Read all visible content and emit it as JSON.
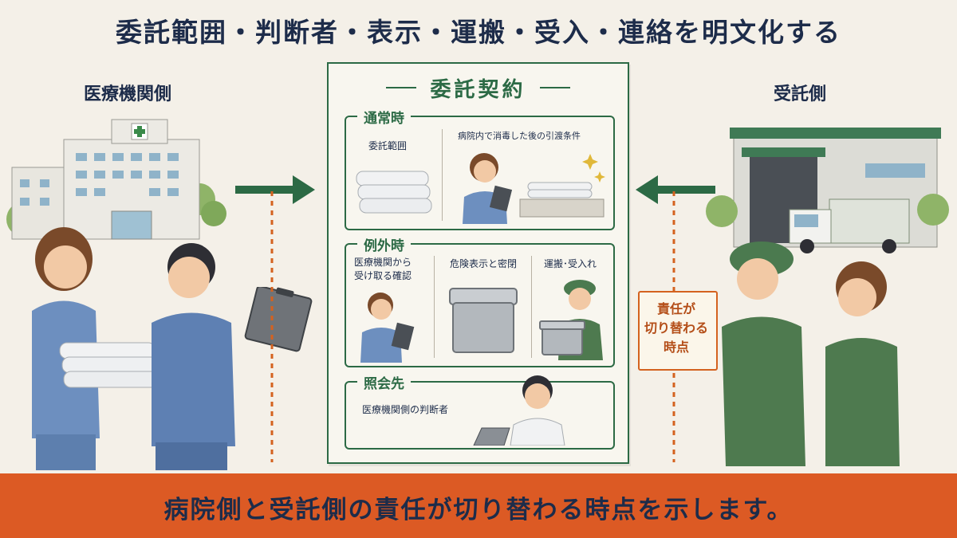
{
  "title": "委託範囲・判断者・表示・運搬・受入・連絡を明文化する",
  "left_side": {
    "label": "医療機関側"
  },
  "right_side": {
    "label": "受託側"
  },
  "contract": {
    "title": "委託契約",
    "normal": {
      "heading": "通常時",
      "scope_label": "委託範囲",
      "handover_label": "病院内で消毒した後の引渡条件"
    },
    "exception": {
      "heading": "例外時",
      "confirm_label_1": "医療機関から",
      "confirm_label_2": "受け取る確認",
      "hazard_label": "危険表示と密閉",
      "transport_label": "運搬･受入れ"
    },
    "contact": {
      "heading": "照会先",
      "judge_label": "医療機関側の判断者"
    }
  },
  "sign": {
    "line1": "責任が",
    "line2": "切り替わる",
    "line3": "時点"
  },
  "bottom_message": "病院側と受託側の責任が切り替わる時点を示します。",
  "colors": {
    "accent_green": "#2c6a45",
    "accent_orange": "#dc5a24",
    "navy": "#1d2c4a"
  },
  "icons": [
    "hospital-building",
    "warehouse-building",
    "delivery-truck",
    "folded-towels",
    "sealed-container",
    "clipboard",
    "laptop",
    "sparkle",
    "arrow-right",
    "arrow-left"
  ]
}
